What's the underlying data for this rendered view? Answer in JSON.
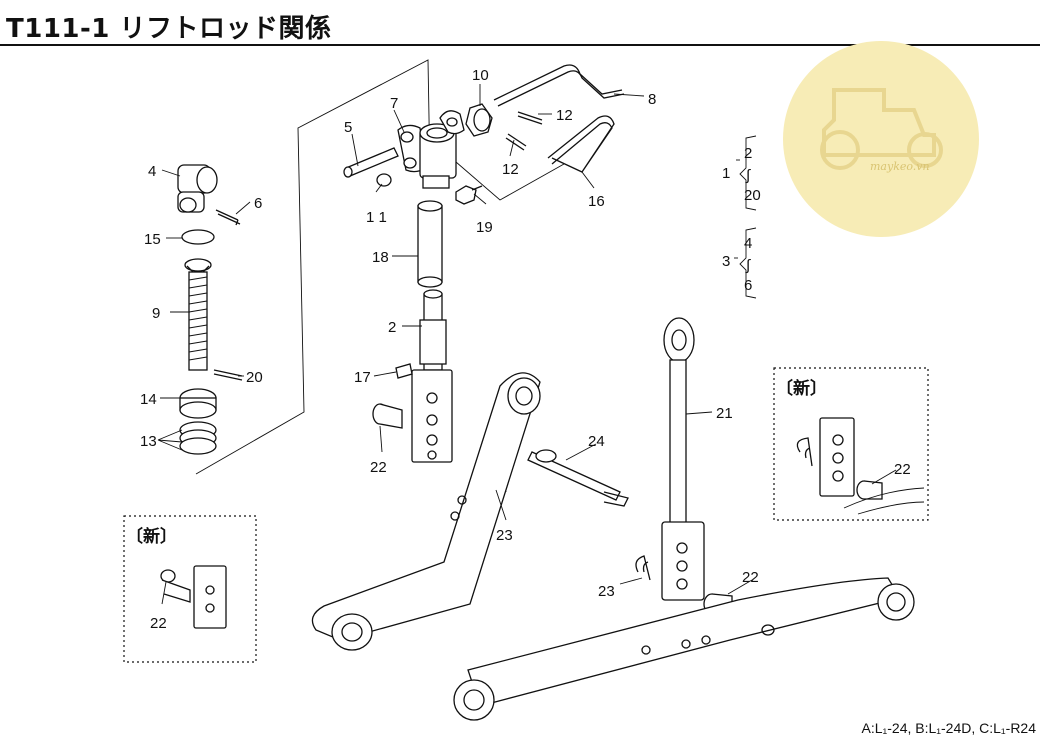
{
  "title": "T111-1 リフトロッド関係",
  "footnote": "A:L₁-24, B:L₁-24D, C:L₁-R24",
  "watermark": {
    "text": "maykeo.vn",
    "color": "#f5e7a6"
  },
  "callouts": {
    "c1": "1",
    "c2": "2",
    "c3": "3",
    "c4": "4",
    "c5": "5",
    "c6": "6",
    "c7": "7",
    "c8": "8",
    "c9": "9",
    "c10": "10",
    "c11": "1 1",
    "c12a": "12",
    "c12b": "12",
    "c13": "13",
    "c14": "14",
    "c15": "15",
    "c16": "16",
    "c17": "17",
    "c18": "18",
    "c19": "19",
    "c20": "20",
    "c21": "21",
    "c22a": "22",
    "c22b": "22",
    "c22c": "22",
    "c22d": "22",
    "c23a": "23",
    "c23b": "23",
    "c24": "24"
  },
  "groups": {
    "g1": {
      "label": "1",
      "from": "2",
      "to": "20"
    },
    "g2": {
      "label": "3",
      "from": "4",
      "to": "6"
    }
  },
  "new_boxes": {
    "left_label": "〔新〕",
    "right_label": "〔新〕"
  }
}
